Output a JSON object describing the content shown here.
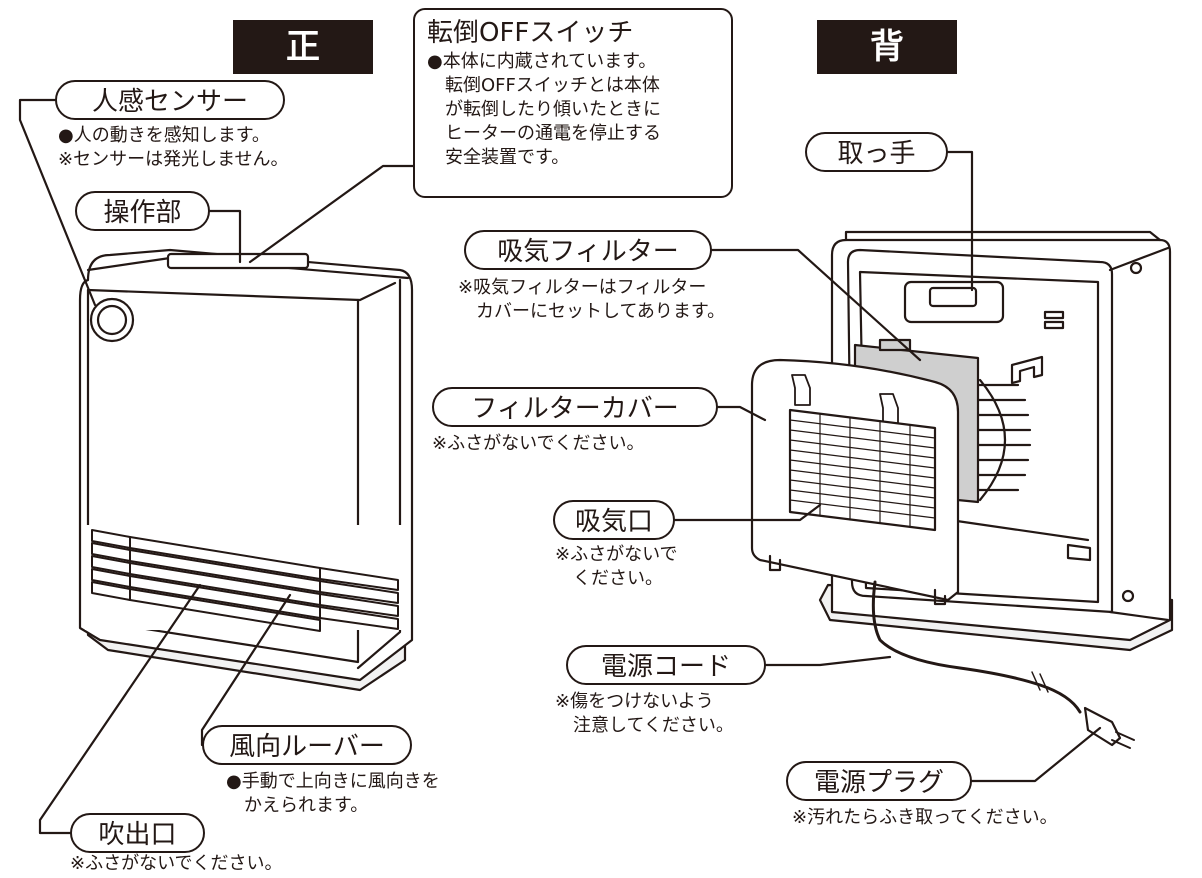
{
  "headings": {
    "front": "正面",
    "back": "背面"
  },
  "tip_switch": {
    "title": "転倒OFFスイッチ",
    "note": "●本体に内蔵されています。\n　転倒OFFスイッチとは本体\n　が転倒したり傾いたときに\n　ヒーターの通電を停止する\n　安全装置です。"
  },
  "labels": {
    "motion_sensor": "人感センサー",
    "motion_sensor_note": "●人の動きを感知します。\n※センサーは発光しません。",
    "control_panel": "操作部",
    "handle": "取っ手",
    "intake_filter": "吸気フィルター",
    "intake_filter_note": "※吸気フィルターはフィルター\n　カバーにセットしてあります。",
    "filter_cover": "フィルターカバー",
    "filter_cover_note": "※ふさがないでください。",
    "intake_port": "吸気口",
    "intake_port_note": "※ふさがないで\n　ください。",
    "power_cord": "電源コード",
    "power_cord_note": "※傷をつけないよう\n　注意してください。",
    "power_plug": "電源プラグ",
    "power_plug_note": "※汚れたらふき取ってください。",
    "louver": "風向ルーバー",
    "louver_note": "●手動で上向きに風向きを\n　かえられます。",
    "outlet": "吹出口",
    "outlet_note": "※ふさがないでください。"
  }
}
